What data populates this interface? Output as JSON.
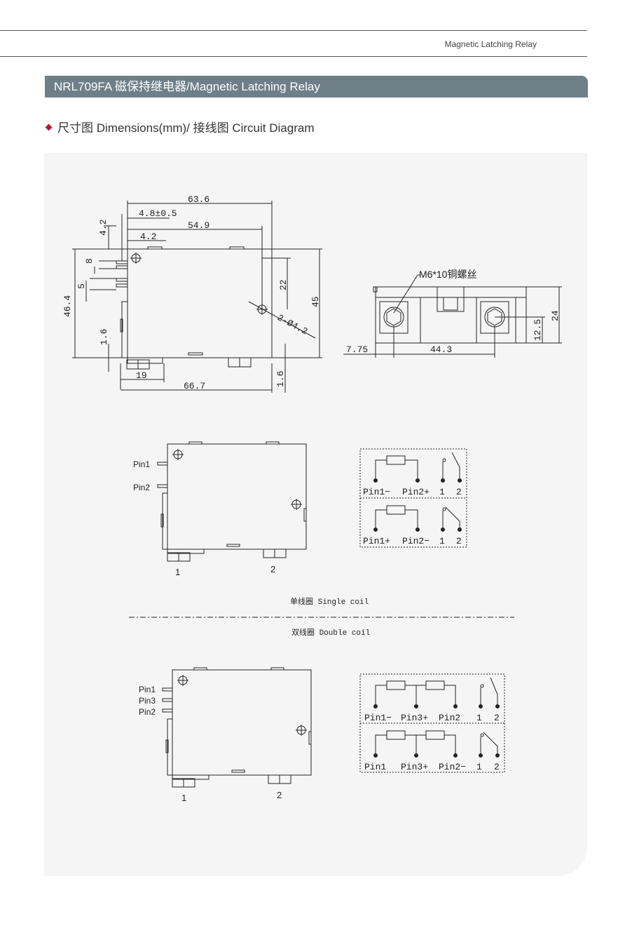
{
  "header": {
    "title": "Magnetic Latching Relay"
  },
  "banner": {
    "title": "NRL709FA 磁保持继电器/Magnetic Latching Relay"
  },
  "section": {
    "title": "尺寸图 Dimensions(mm)/ 接线图 Circuit Diagram"
  },
  "dimensions": {
    "d1": "63.6",
    "d2": "4.8±0.5",
    "d3": "54.9",
    "d4": "4.2",
    "d5": "4.2",
    "d6": "8",
    "d7": "5",
    "d8": "46.4",
    "d9": "22",
    "d10": "45",
    "d11": "2-Ø4.2",
    "d12": "1.6",
    "d13": "19",
    "d14": "66.7",
    "d15": "1.6"
  },
  "side_view": {
    "screw": "M6*10铜螺丝",
    "d1": "7.75",
    "d2": "44.3",
    "d3": "12.5",
    "d4": "24"
  },
  "single_coil": {
    "pin1": "Pin1",
    "pin2": "Pin2",
    "term1": "1",
    "term2": "2",
    "circuit_a": [
      "Pin1−",
      "Pin2+",
      "1",
      "2"
    ],
    "circuit_b": [
      "Pin1+",
      "Pin2−",
      "1",
      "2"
    ],
    "label": "单线圈 Single coil"
  },
  "double_coil": {
    "label": "双线圈 Double coil",
    "pin1": "Pin1",
    "pin3": "Pin3",
    "pin2": "Pin2",
    "term1": "1",
    "term2": "2",
    "circuit_a": [
      "Pin1−",
      "Pin3+",
      "Pin2",
      "1",
      "2"
    ],
    "circuit_b": [
      "Pin1",
      "Pin3+",
      "Pin2−",
      "1",
      "2"
    ]
  }
}
